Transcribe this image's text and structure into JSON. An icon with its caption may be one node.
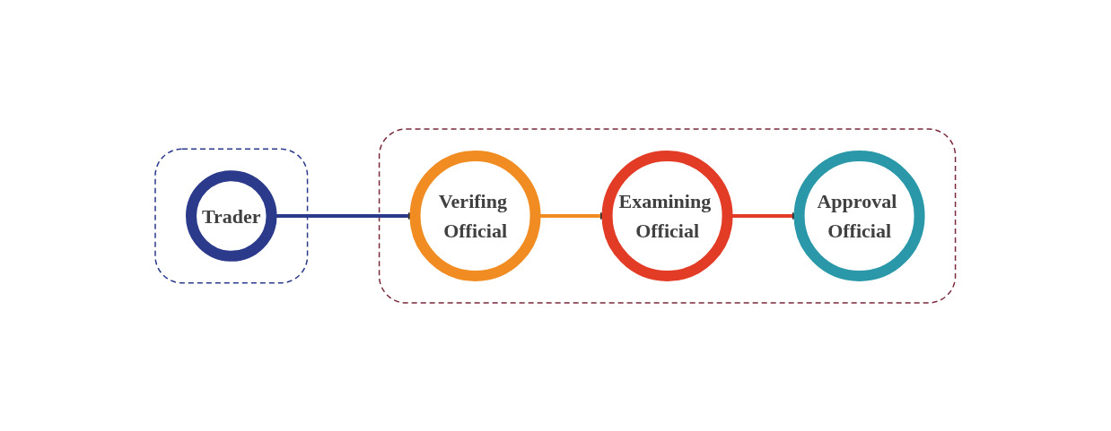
{
  "diagram": {
    "nodes": [
      {
        "text": [],
        "shape": "box"
      },
      {
        "text": [
          "Trader"
        ],
        "in": 0
      },
      {
        "text": [],
        "shape": "box"
      },
      {
        "text": [
          "Verifing Official"
        ],
        "in": 2
      },
      {
        "text": [
          "Examining Official"
        ],
        "in": 2
      },
      {
        "text": [
          "Approval Official"
        ],
        "in": 2
      }
    ],
    "edges": [
      {
        "from": 1,
        "to": 3,
        "arrow": "to",
        "color": "#2b3a8a"
      },
      {
        "from": 3,
        "to": 4,
        "arrow": "to",
        "color": "#f08c22"
      },
      {
        "from": 4,
        "to": 5,
        "arrow": "to",
        "color": "#e23b26"
      }
    ]
  }
}
